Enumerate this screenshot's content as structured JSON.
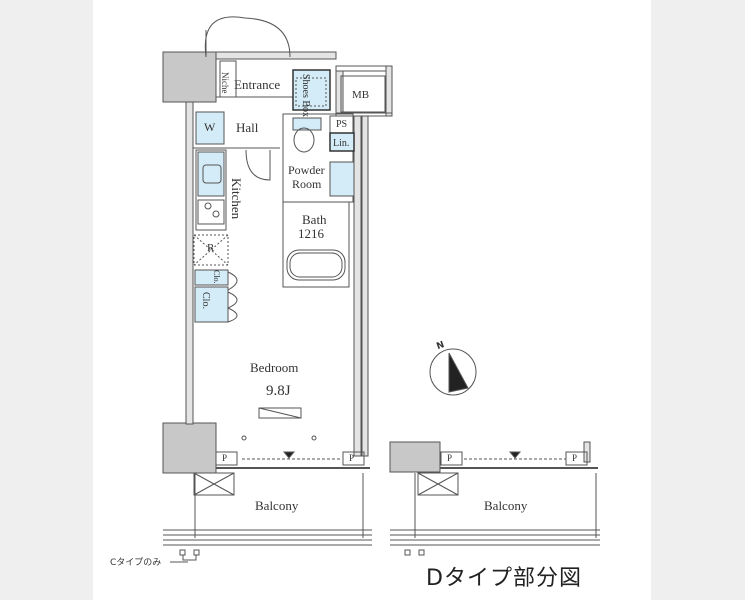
{
  "rooms": {
    "entrance": "Entrance",
    "niche": "Niche",
    "shoes_box": "Shoes Box",
    "mb": "MB",
    "hall": "Hall",
    "washer": "W",
    "ps": "PS",
    "linen": "Lin.",
    "powder_room_line1": "Powder",
    "powder_room_line2": "Room",
    "kitchen": "Kitchen",
    "bath_line1": "Bath",
    "bath_line2": "1216",
    "refrigerator": "R",
    "closet_upper": "Clo.",
    "closet_lower": "Clo.",
    "bedroom": "Bedroom",
    "bedroom_size": "9.8J",
    "pipe_left": "P",
    "pipe_right": "P",
    "pipe_left_d": "P",
    "pipe_right_d": "P",
    "balcony_c": "Balcony",
    "balcony_d": "Balcony"
  },
  "compass": {
    "label": "N"
  },
  "notes": {
    "c_type_only": "Cタイプのみ"
  },
  "caption": "Dタイプ部分図",
  "colors": {
    "wall": "#c8c8c8",
    "wall_stroke": "#555555",
    "fixture": "#d3ecf7",
    "background": "#efefef",
    "panel": "#ffffff"
  }
}
